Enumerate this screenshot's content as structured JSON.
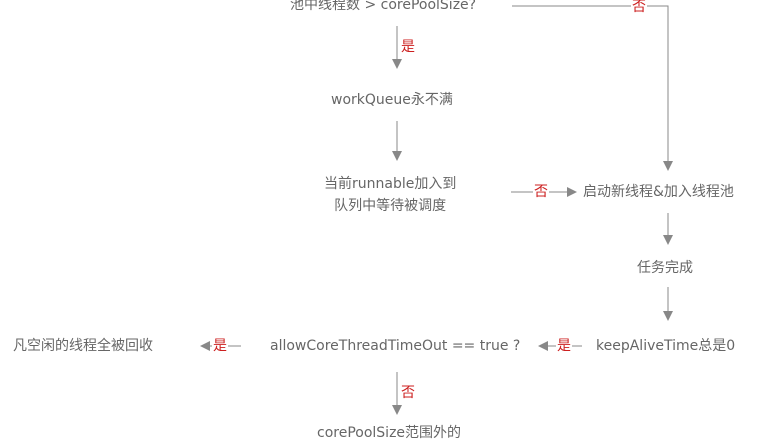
{
  "nodes": {
    "pool_check": "池中线程数 > corePoolSize?",
    "queue_not_full": "workQueue永不满",
    "add_to_queue": [
      "当前runnable加入到",
      "队列中等待被调度"
    ],
    "start_thread": "启动新线程&加入线程池",
    "task_done": "任务完成",
    "keep_alive": "keepAliveTime总是0",
    "allow_timeout": "allowCoreThreadTimeOut == true ?",
    "recycle_idle": "凡空闲的线程全被回收",
    "outside_core": "corePoolSize范围外的"
  },
  "edge_labels": {
    "no_top": "否",
    "yes_down": "是",
    "no_middle": "否",
    "yes_keepalive": "是",
    "yes_recycle": "是",
    "no_bottom": "否"
  },
  "colors": {
    "node_text": "#666666",
    "arrow": "#888888",
    "edge_label": "#cc1f1f"
  }
}
